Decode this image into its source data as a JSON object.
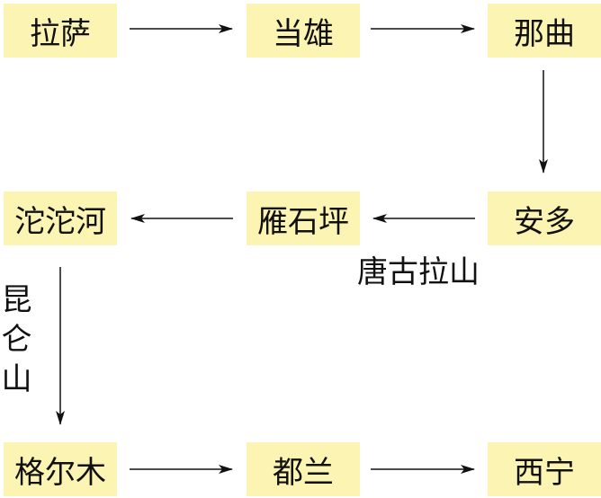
{
  "nodes": {
    "lasa": "拉萨",
    "dangxiong": "当雄",
    "naqu": "那曲",
    "tuotuohe": "沱沱河",
    "yanshiping": "雁石坪",
    "anduo": "安多",
    "geermu": "格尔木",
    "dulan": "都兰",
    "xining": "西宁"
  },
  "labels": {
    "tanggula": "唐古拉山",
    "kunlun": "昆仑山"
  },
  "colors": {
    "node_fill": "#fcf4b3",
    "arrow": "#111111"
  }
}
